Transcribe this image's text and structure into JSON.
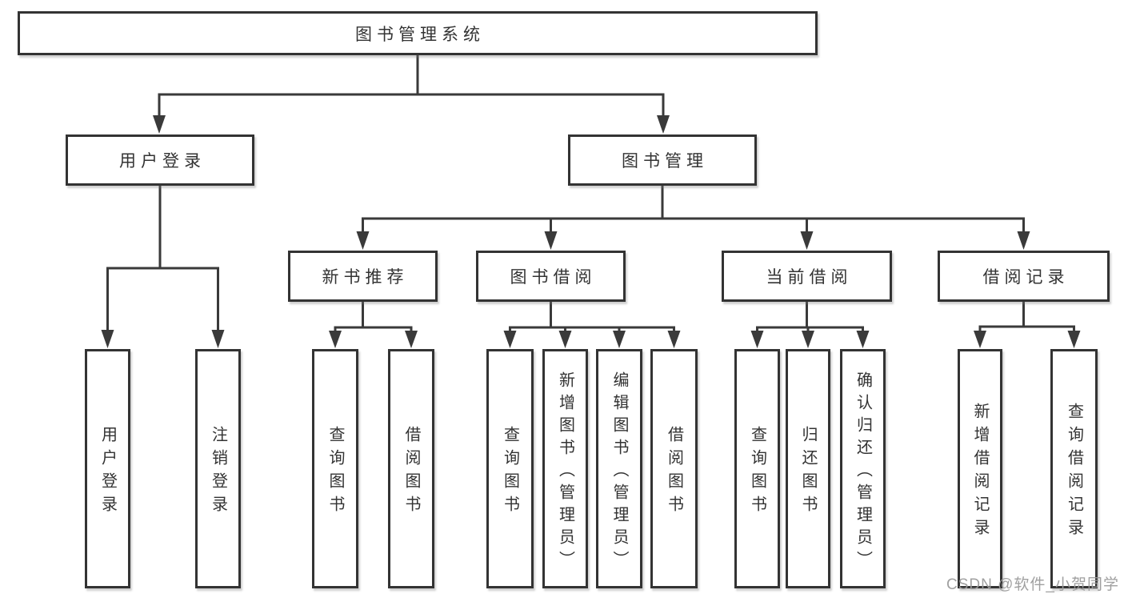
{
  "diagram": {
    "root": {
      "label": "图书管理系统"
    },
    "level2": [
      {
        "label": "用户登录"
      },
      {
        "label": "图书管理"
      }
    ],
    "level3": [
      {
        "label": "新书推荐"
      },
      {
        "label": "图书借阅"
      },
      {
        "label": "当前借阅"
      },
      {
        "label": "借阅记录"
      }
    ],
    "leaves": {
      "user_login": [
        {
          "label": "用户登录"
        },
        {
          "label": "注销登录"
        }
      ],
      "new_books": [
        {
          "label": "查询图书"
        },
        {
          "label": "借阅图书"
        }
      ],
      "book_borrow": [
        {
          "label": "查询图书"
        },
        {
          "label": "新增图书（管理员）"
        },
        {
          "label": "编辑图书（管理员）"
        },
        {
          "label": "借阅图书"
        }
      ],
      "current_borrow": [
        {
          "label": "查询图书"
        },
        {
          "label": "归还图书"
        },
        {
          "label": "确认归还（管理员）"
        }
      ],
      "borrow_records": [
        {
          "label": "新增借阅记录"
        },
        {
          "label": "查询借阅记录"
        }
      ]
    }
  },
  "watermark": {
    "text": "CSDN @软件_小贺同学"
  },
  "colors": {
    "line": "#3a3a3a",
    "text": "#333333",
    "box_border": "#333333",
    "background": "#ffffff",
    "watermark": "#9b9b9b"
  }
}
